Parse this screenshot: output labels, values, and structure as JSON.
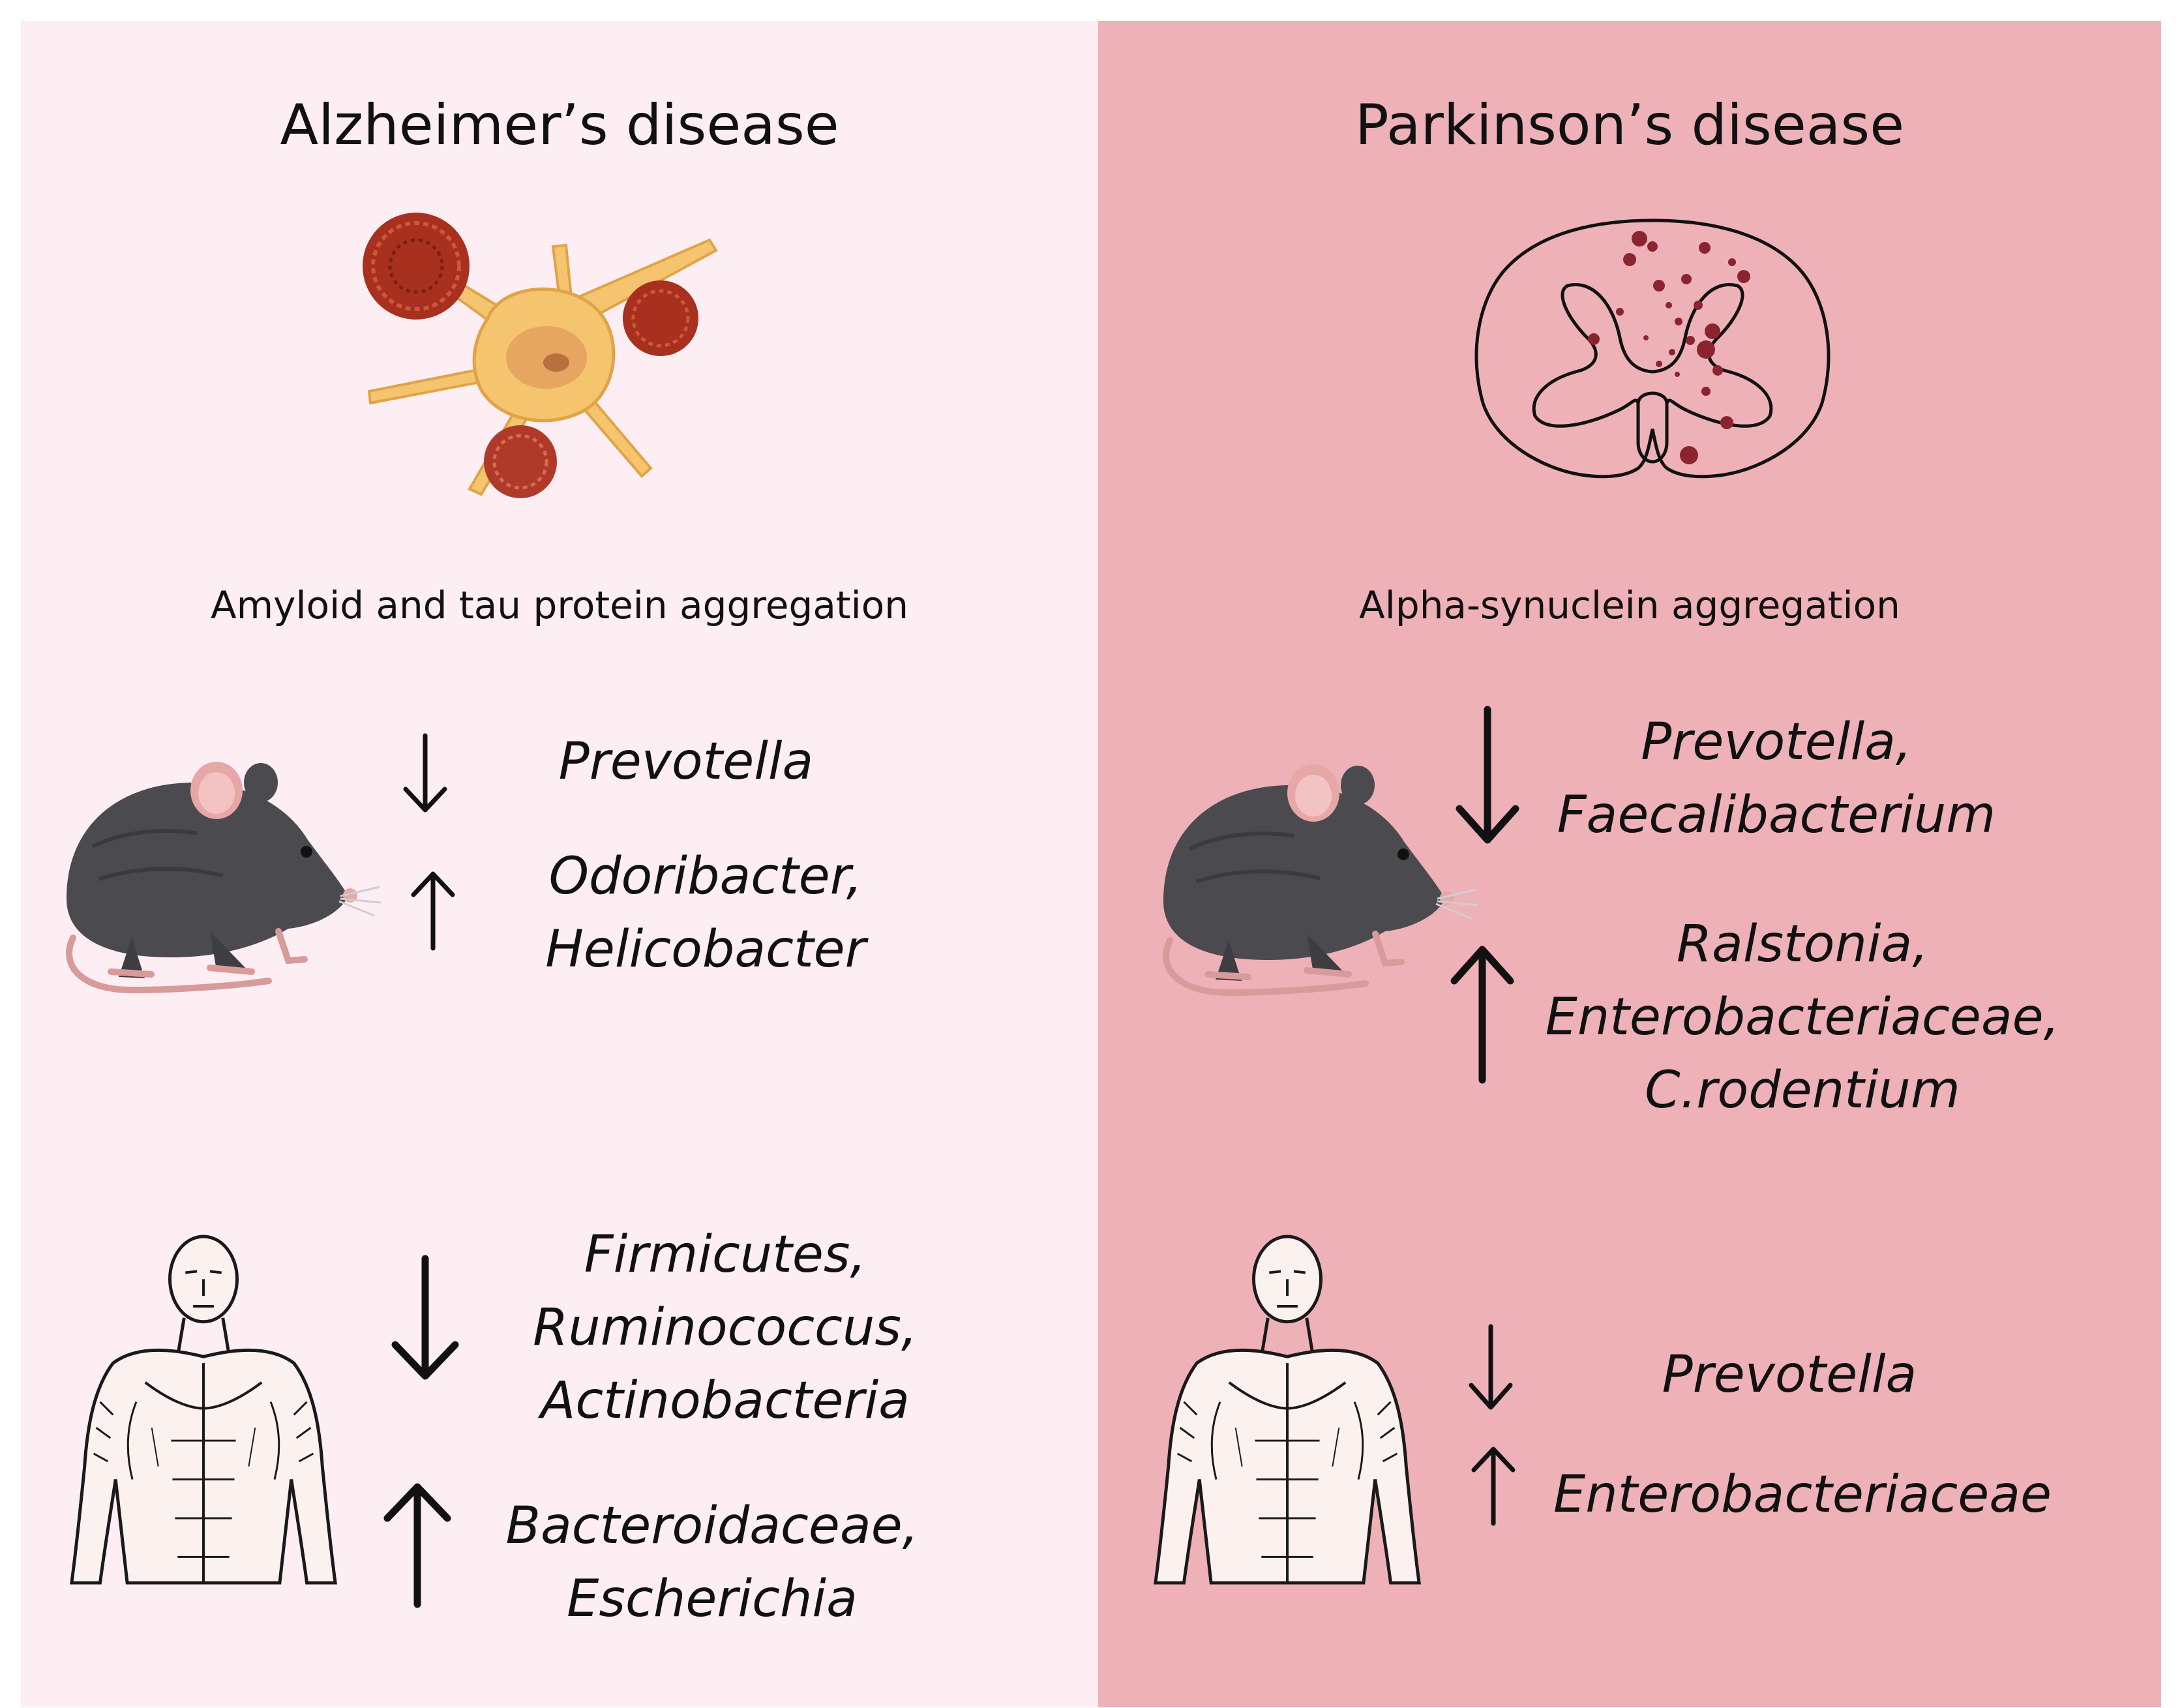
{
  "left": {
    "title": "Alzheimer’s disease",
    "subtitle": "Amyloid and tau protein aggregation",
    "mouse": {
      "decreased": [
        "Prevotella"
      ],
      "increased": [
        "Odoribacter,",
        "Helicobacter"
      ]
    },
    "human": {
      "decreased": [
        "Firmicutes,",
        "Ruminococcus,",
        "Actinobacteria"
      ],
      "increased": [
        "Bacteroidaceae,",
        "Escherichia"
      ]
    }
  },
  "right": {
    "title": "Parkinson’s disease",
    "subtitle": "Alpha-synuclein aggregation",
    "mouse": {
      "decreased": [
        "Prevotella,",
        "Faecalibacterium"
      ],
      "increased": [
        "Ralstonia,",
        "Enterobacteriaceae,",
        "C.rodentium"
      ]
    },
    "human": {
      "decreased": [
        "Prevotella"
      ],
      "increased": [
        "Enterobacteriaceae"
      ]
    }
  },
  "colors": {
    "left_background": "#fceef3",
    "right_background": "#efb1b8",
    "neuron": "#f5c46e",
    "aggregate": "#a8301e",
    "mouse_body": "#4a4a4f",
    "synuclein_dots": "#8a2530"
  },
  "icons": [
    "neuron-icon",
    "spinal-cord-icon",
    "mouse-icon",
    "human-anatomy-icon",
    "arrow-down-icon",
    "arrow-up-icon"
  ]
}
